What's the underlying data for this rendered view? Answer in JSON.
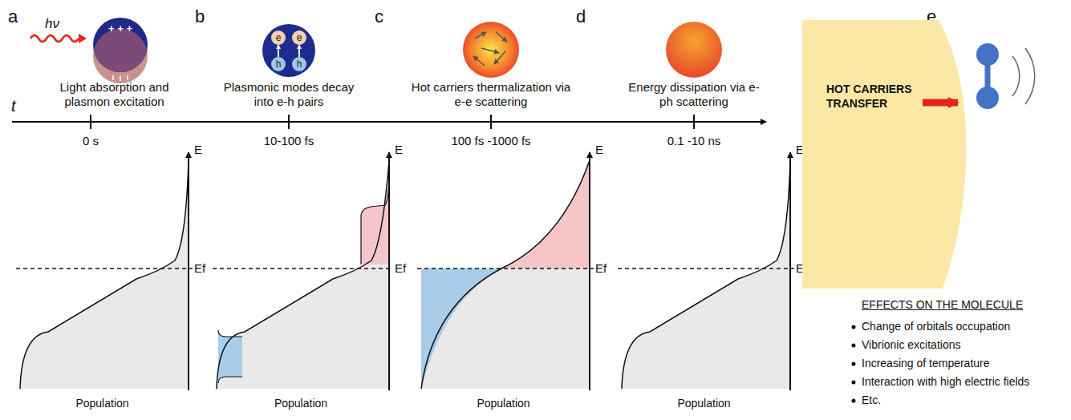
{
  "diagram": {
    "nodes": [
      {
        "text": [
          "e"
        ]
      },
      {
        "text": [
          "e"
        ]
      },
      {
        "text": [
          "h"
        ]
      },
      {
        "text": [
          "h"
        ]
      },
      {
        "text": [
          "HOT CARRIERS TRANSFER"
        ]
      }
    ],
    "edges": [
      {
        "from": 2,
        "to": 0,
        "arrow": "to"
      },
      {
        "from": 3,
        "to": 1,
        "arrow": "to"
      }
    ],
    "labels": [
      "a",
      "hν",
      "+ + +",
      "Light absorption and plasmon excitation",
      "b",
      "Plasmonic modes decay into e-h pairs",
      "c",
      "Hot carriers thermalization via e-e scattering",
      "d",
      "Energy dissipation via e-ph scattering",
      "e",
      "t",
      "0 s",
      "10-100 fs",
      "100 fs -1000 fs",
      "0.1 -10 ns",
      "E",
      "Ef",
      "Population",
      "E",
      "Ef",
      "Population",
      "E",
      "Ef",
      "Population",
      "E",
      "Ef",
      "Population",
      "EFFECTS ON THE MOLECULE",
      "Change of orbitals occupation",
      "Vibrionic excitations",
      "Increasing of temperature",
      "Interaction with high electric fields",
      "Etc."
    ]
  }
}
